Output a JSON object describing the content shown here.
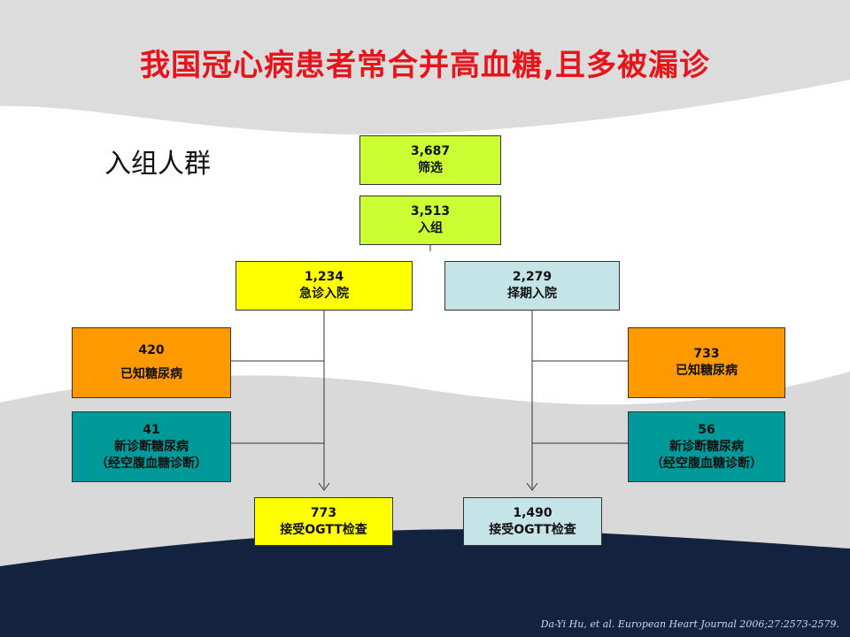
{
  "slide": {
    "title": "我国冠心病患者常合并高血糖,且多被漏诊",
    "subtitle": "入组人群",
    "citation": "Da-Yi Hu, et al. European Heart Journal 2006;27:2573-2579."
  },
  "flow": {
    "screening": {
      "number": "3,687",
      "label": "筛选"
    },
    "enrolled": {
      "number": "3,513",
      "label": "入组"
    },
    "emergency": {
      "number": "1,234",
      "label": "急诊入院"
    },
    "elective": {
      "number": "2,279",
      "label": "择期入院"
    },
    "known_dm_left": {
      "number": "420",
      "label": "已知糖尿病"
    },
    "new_dm_left": {
      "number": "41",
      "label": "新诊断糖尿病",
      "note": "（经空腹血糖诊断）"
    },
    "ogtt_left": {
      "number": "773",
      "label": "接受OGTT检查"
    },
    "known_dm_right": {
      "number": "733",
      "label": "已知糖尿病"
    },
    "new_dm_right": {
      "number": "56",
      "label": "新诊断糖尿病",
      "note": "（经空腹血糖诊断）"
    },
    "ogtt_right": {
      "number": "1,490",
      "label": "接受OGTT检查"
    }
  },
  "colors": {
    "title": "#e8141b",
    "lime": "#ccff33",
    "yellow": "#ffff00",
    "light_blue": "#c4e4e8",
    "orange": "#ff9900",
    "teal": "#009999",
    "navy": "#13223f",
    "gray_band": "#dcdcdc"
  }
}
